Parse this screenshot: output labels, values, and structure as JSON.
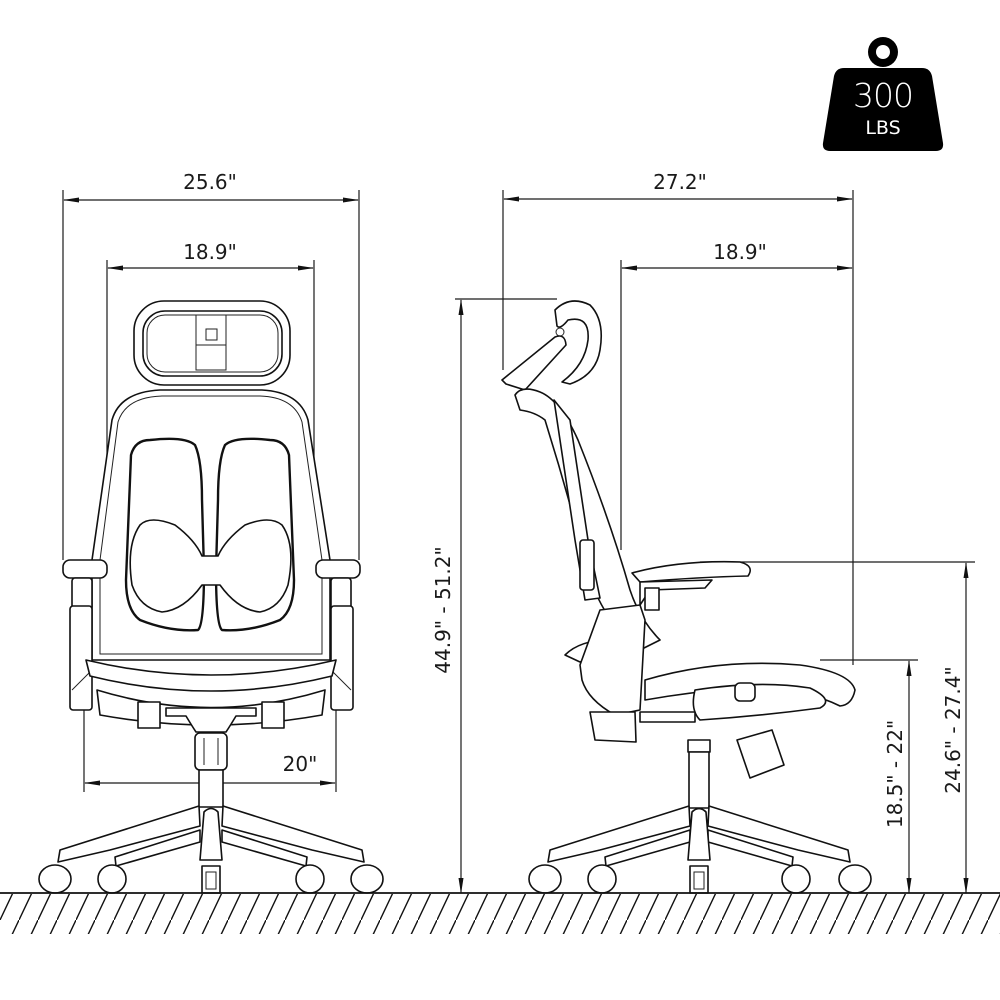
{
  "weight_badge": {
    "value": "300",
    "unit": "LBS",
    "icon": "weight-icon",
    "color": "#000000"
  },
  "front_view": {
    "overall_width": "25.6\"",
    "backrest_width": "18.9\"",
    "base_width": "20\""
  },
  "side_view": {
    "overall_depth": "27.2\"",
    "seat_depth": "18.9\"",
    "overall_height": "44.9\" - 51.2\"",
    "seat_height": "18.5\" - 22\"",
    "armrest_height": "24.6\" - 27.4\""
  },
  "floor": {
    "pattern": "hatched-floor"
  },
  "colors": {
    "line": "#1a1a1a",
    "background": "#ffffff"
  }
}
